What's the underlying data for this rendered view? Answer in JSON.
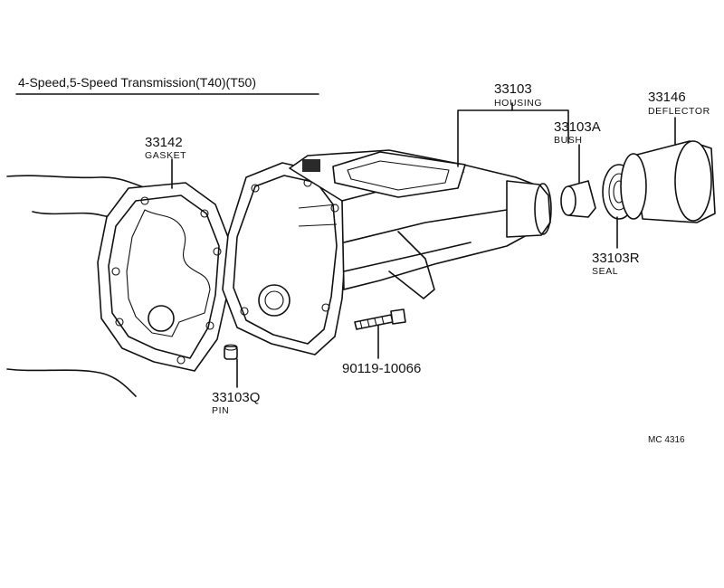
{
  "title": "4-Speed,5-Speed Transmission(T40)(T50)",
  "parts": [
    {
      "number": "33103",
      "name": "HOUSING"
    },
    {
      "number": "33146",
      "name": "DEFLECTOR"
    },
    {
      "number": "33103A",
      "name": "BUSH"
    },
    {
      "number": "33142",
      "name": "GASKET"
    },
    {
      "number": "33103R",
      "name": "SEAL"
    },
    {
      "number": "33103Q",
      "name": "PIN"
    },
    {
      "number": "90119-10066",
      "name": ""
    }
  ],
  "diagram_code": "MC 4316"
}
